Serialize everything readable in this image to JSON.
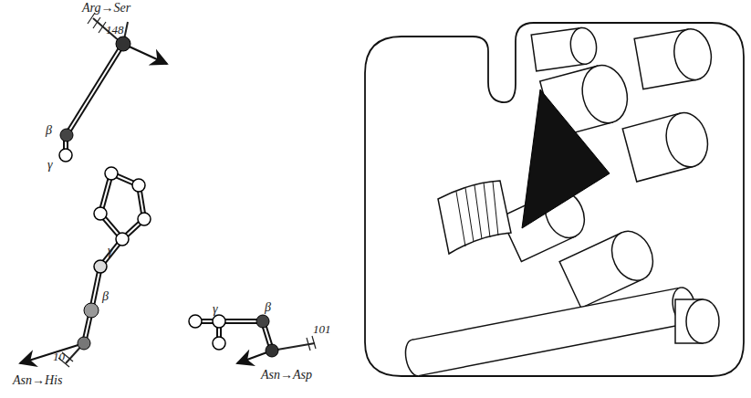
{
  "diagram": {
    "labels": [
      "Arg→Ser",
      "148",
      "β",
      "γ",
      "γ",
      "β",
      "10",
      "Asn→His",
      "γ",
      "β",
      "101",
      "Asn→Asp"
    ]
  }
}
